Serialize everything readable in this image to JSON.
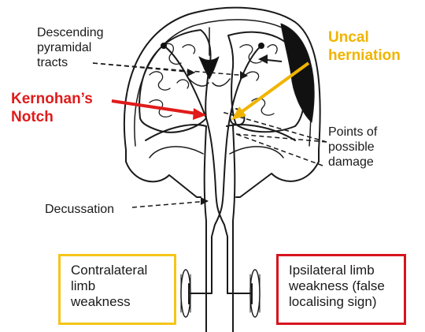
{
  "labels": {
    "descending_tracts": "Descending\npyramidal\ntracts",
    "uncal_herniation": "Uncal\nherniation",
    "kernohans_notch": "Kernohan’s\nNotch",
    "points_of_damage": "Points of\npossible\ndamage",
    "decussation": "Decussation"
  },
  "boxes": {
    "contralateral": "Contralateral\nlimb\nweakness",
    "ipsilateral": "Ipsilateral limb\nweakness (false\nlocalising sign)"
  },
  "colors": {
    "uncal": "#f0b400",
    "kernohan": "#e01b1b",
    "contralateral_border": "#f5c518",
    "ipsilateral_border": "#d7141e",
    "ink": "#1a1a1a"
  }
}
